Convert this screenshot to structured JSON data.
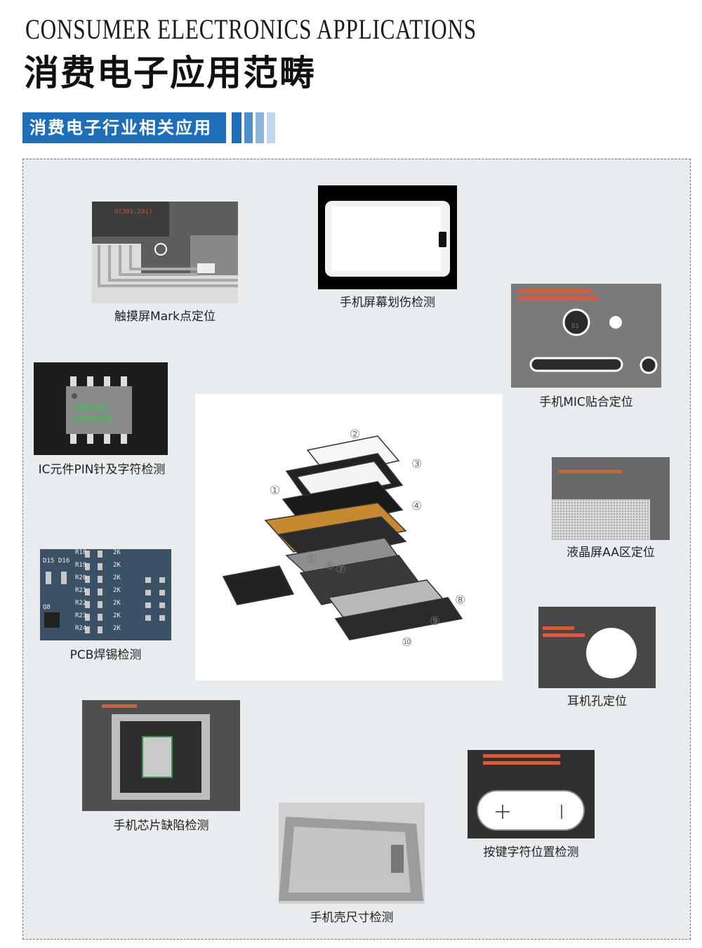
{
  "header": {
    "title_en": "CONSUMER ELECTRONICS APPLICATIONS",
    "title_cn": "消费电子应用范畴"
  },
  "section": {
    "label": "消费电子行业相关应用"
  },
  "colors": {
    "banner": "#1f6fb8",
    "panel": "#e9ecee",
    "overlay_text": "#e04a2a"
  },
  "items": {
    "touch_mark": {
      "caption": "触摸屏Mark点定位",
      "overlay": "O(301,291)"
    },
    "screen_scratch": {
      "caption": "手机屏幕划伤检测"
    },
    "mic_fit": {
      "caption": "手机MIC贴合定位",
      "overlay_label": "O1"
    },
    "ic_pin": {
      "caption": "IC元件PIN针及字符检测",
      "chip_line1": "FMP6366",
      "chip_line2": "18030254"
    },
    "lcd_aa": {
      "caption": "液晶屏AA区定位"
    },
    "pcb_solder": {
      "caption": "PCB焊锡检测",
      "labels": [
        "R18",
        "R19",
        "R20",
        "R21",
        "R22",
        "R23",
        "R24"
      ],
      "values": [
        "2K",
        "2K",
        "2K",
        "2K",
        "2K",
        "2K",
        "2K"
      ],
      "side_labels": [
        "D15",
        "D16",
        "Q8"
      ]
    },
    "earphone_hole": {
      "caption": "耳机孔定位"
    },
    "chip_defect": {
      "caption": "手机芯片缺陷检测"
    },
    "key_char": {
      "caption": "按键字符位置检测"
    },
    "case_size": {
      "caption": "手机壳尺寸检测"
    }
  },
  "exploded_view": {
    "callouts": [
      "②",
      "③",
      "①",
      "④",
      "⑤",
      "⑥",
      "⑦",
      "⑧",
      "⑨",
      "⑩"
    ]
  }
}
